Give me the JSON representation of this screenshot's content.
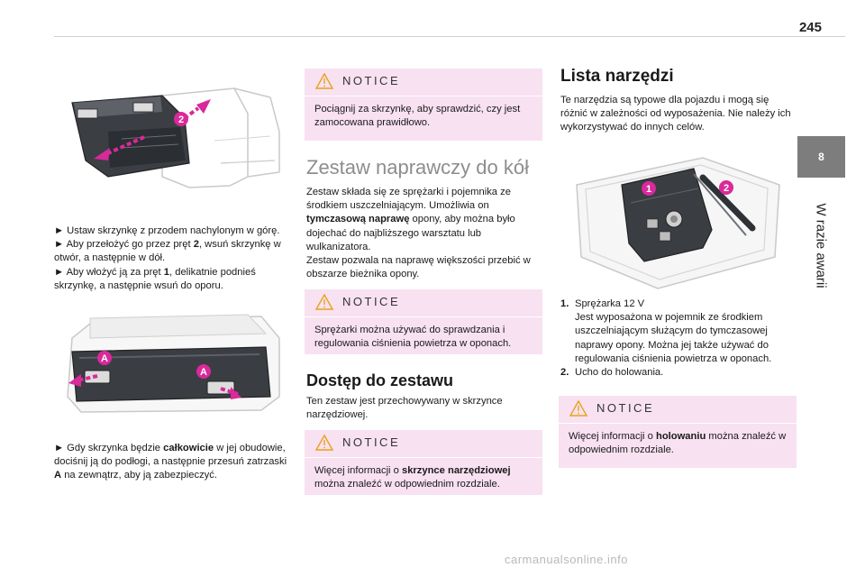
{
  "page": {
    "number": "245"
  },
  "side": {
    "chapter_number": "8",
    "chapter_title": "W razie awarii"
  },
  "col1": {
    "steps_1": [
      "► Ustaw skrzynkę z przodem nachylonym w górę.",
      "► Aby przełożyć go przez pręt ",
      "2",
      ", wsuń skrzynkę w otwór, a następnie w dół.",
      "► Aby włożyć ją za pręt ",
      "1",
      ", delikatnie podnieś skrzynkę, a następnie wsuń do oporu."
    ],
    "image1_callouts": [
      "2"
    ],
    "image2_callouts": [
      "A",
      "A"
    ],
    "steps_2": {
      "pre": "► Gdy skrzynka będzie ",
      "bold": "całkowicie",
      "mid": " w jej obudowie, dociśnij ją do podłogi, a następnie przesuń zatrzaski ",
      "bold2": "A",
      "post": " na zewnątrz, aby ją zabezpieczyć."
    }
  },
  "col2": {
    "notice1": {
      "label": "NOTICE",
      "text": "Pociągnij za skrzynkę, aby sprawdzić, czy jest zamocowana prawidłowo."
    },
    "heading_kit": "Zestaw naprawczy do kół",
    "kit_text": {
      "pre": "Zestaw składa się ze sprężarki i pojemnika ze środkiem uszczelniającym. Umożliwia on ",
      "bold": "tymczasową naprawę",
      "post": " opony, aby można było dojechać do najbliższego warsztatu lub wulkanizatora.",
      "line2": "Zestaw pozwala na naprawę większości przebić w obszarze bieżnika opony."
    },
    "notice2": {
      "label": "NOTICE",
      "text": "Sprężarki można używać do sprawdzania i regulowania ciśnienia powietrza w oponach."
    },
    "heading_access": "Dostęp do zestawu",
    "access_text": "Ten zestaw jest przechowywany w skrzynce narzędziowej.",
    "notice3": {
      "label": "NOTICE",
      "pre": "Więcej informacji o ",
      "bold": "skrzynce narzędziowej",
      "post": " można znaleźć w odpowiednim rozdziale."
    }
  },
  "col3": {
    "heading_tools": "Lista narzędzi",
    "tools_text": "Te narzędzia są typowe dla pojazdu i mogą się różnić w zależności od wyposażenia. Nie należy ich wykorzystywać do innych celów.",
    "image_callouts": [
      "1",
      "2"
    ],
    "list": [
      {
        "num": "1.",
        "title": "Sprężarka 12 V",
        "desc": "Jest wyposażona w pojemnik ze środkiem uszczelniającym służącym do tymczasowej naprawy opony. Można jej także używać do regulowania ciśnienia powietrza w oponach."
      },
      {
        "num": "2.",
        "title": "Ucho do holowania.",
        "desc": ""
      }
    ],
    "notice4": {
      "label": "NOTICE",
      "pre": "Więcej informacji o ",
      "bold": "holowaniu",
      "post": " można znaleźć w odpowiednim rozdziale."
    }
  },
  "footer": {
    "watermark": "carmanualsonline.info"
  },
  "colors": {
    "notice_bg": "#f8e1f1",
    "callout": "#d9299a",
    "side_tab": "#7d7d7d",
    "heading_gray": "#8d8d8d"
  }
}
